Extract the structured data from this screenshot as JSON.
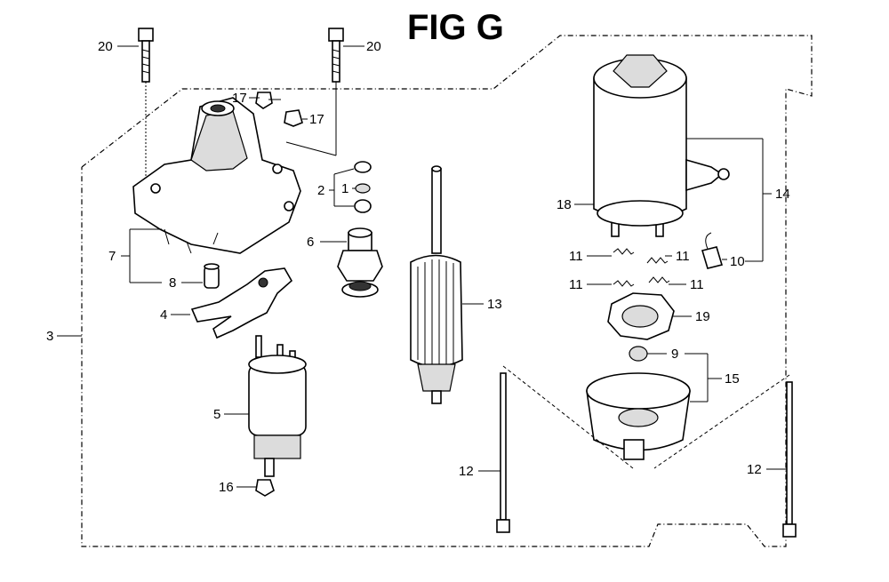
{
  "title": "FIG G",
  "callouts": [
    "20",
    "20",
    "17",
    "17",
    "2",
    "1",
    "6",
    "7",
    "8",
    "4",
    "3",
    "5",
    "16",
    "13",
    "18",
    "14",
    "11",
    "11",
    "10",
    "11",
    "11",
    "19",
    "9",
    "15",
    "12",
    "12"
  ]
}
